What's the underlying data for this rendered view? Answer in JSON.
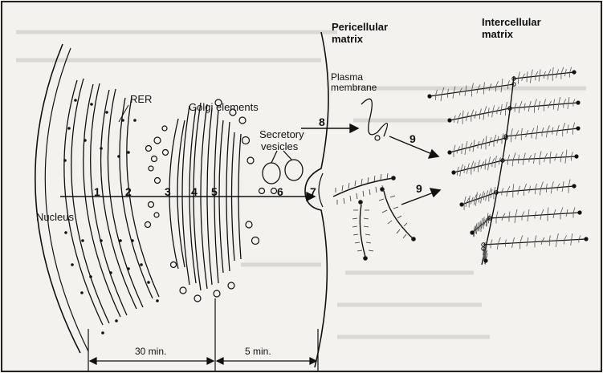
{
  "labels": {
    "rer": "RER",
    "golgi": "Golgi elements",
    "secretory": "Secretory",
    "vesicles": "vesicles",
    "nucleus": "Nucleus",
    "plasma1": "Plasma",
    "plasma2": "membrane",
    "pericellular1": "Pericellular",
    "pericellular2": "matrix",
    "intercellular1": "Intercellular",
    "intercellular2": "matrix"
  },
  "steps": [
    "1",
    "2",
    "3",
    "4",
    "5",
    "6",
    "7",
    "8",
    "9",
    "9"
  ],
  "times": [
    "30 min.",
    "5 min."
  ]
}
